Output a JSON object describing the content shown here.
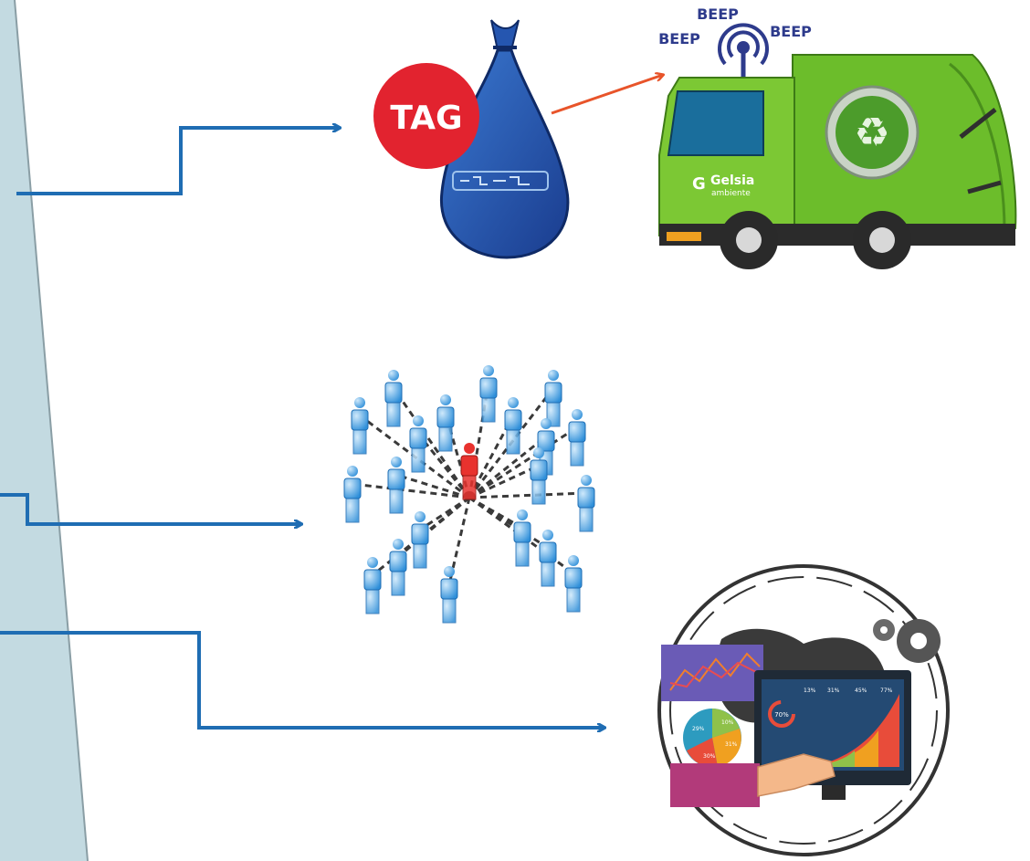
{
  "tag": {
    "label": "TAG"
  },
  "signal": {
    "left": "BEEP",
    "top": "BEEP",
    "right": "BEEP"
  },
  "truck": {
    "brand": "Gelsia",
    "subbrand": "ambiente"
  },
  "dashboard": {
    "bar_labels": [
      "13%",
      "31%",
      "45%",
      "77%"
    ],
    "gauge_label": "70%",
    "pie_labels": [
      "10%",
      "29%",
      "31%",
      "30%"
    ]
  },
  "colors": {
    "arrow_blue": "#1f6db3",
    "arrow_orange": "#e8542a",
    "panel_fill": "#c3dae1",
    "tag_red": "#e2232f",
    "bag_blue": "#1f4fa6",
    "truck_green": "#6cbd2b",
    "beep_navy": "#2e3b8c"
  }
}
